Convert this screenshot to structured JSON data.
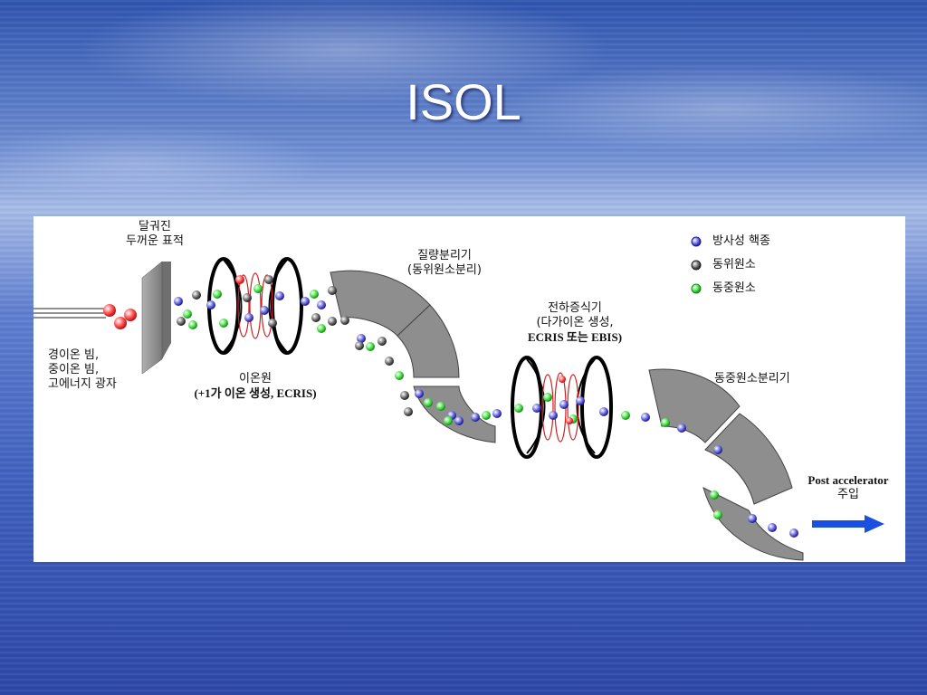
{
  "slide": {
    "title": "ISOL"
  },
  "diagram": {
    "target": [
      "달궈진",
      "두꺼운 표적"
    ],
    "beam": [
      "경이온 빔,",
      "중이온 빔,",
      "고에너지 광자"
    ],
    "ion_source": [
      "이온원",
      "(+1가 이온 생성, ECRIS)"
    ],
    "mass_separator": [
      "질량분리기",
      "(동위원소분리)"
    ],
    "charge_breeder": [
      "전하증식기",
      "(다가이온 생성,",
      "ECRIS 또는 EBIS)"
    ],
    "isobar_separator": "동중원소분리기",
    "post_accelerator": [
      "Post accelerator",
      "주입"
    ]
  },
  "legend": {
    "items": [
      {
        "label": "방사성 핵종",
        "color": "#3030d0"
      },
      {
        "label": "동위원소",
        "color": "#404040"
      },
      {
        "label": "동중원소",
        "color": "#20c020"
      }
    ]
  },
  "colors": {
    "radioactive": "#3030d0",
    "isotope": "#404040",
    "isobar": "#20c020",
    "beam_particle": "#e02020",
    "magnet": "#8a8a8a",
    "arrow": "#1a4fe0"
  }
}
